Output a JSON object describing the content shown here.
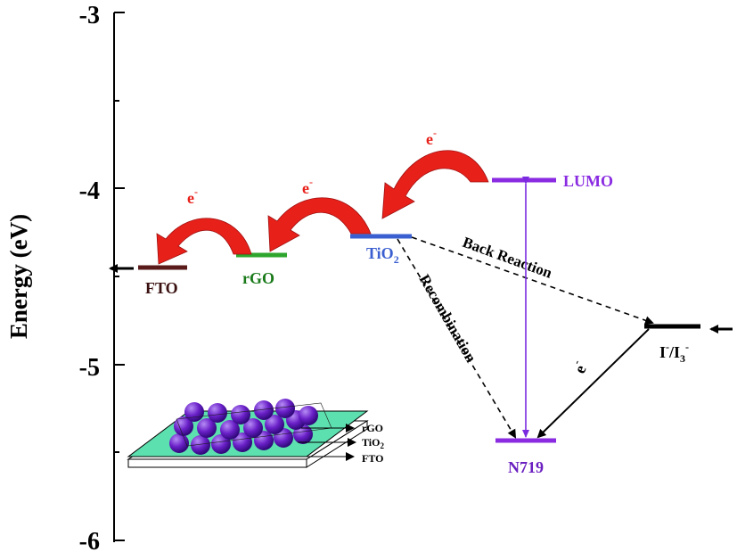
{
  "axis": {
    "ylabel": "Energy (eV)",
    "ticks": [
      "-3",
      "-4",
      "-5",
      "-6"
    ]
  },
  "levels": {
    "fto": "FTO",
    "rgo": "rGO",
    "tio2_main": "TiO",
    "tio2_sub": "2",
    "lumo": "LUMO",
    "n719": "N719",
    "redox_i": "I",
    "redox_sup1": "-",
    "redox_slash": "/I",
    "redox_sub": "3",
    "redox_sup2": "-"
  },
  "electrons": {
    "e_main": "e",
    "e_sup": "-"
  },
  "processes": {
    "back_reaction": "Back Reaction",
    "recombination": "Recombination"
  },
  "inset": {
    "rgo": "rGO",
    "tio2_main": "TiO",
    "tio2_sub": "2",
    "fto": "FTO"
  },
  "colors": {
    "fto": "#5a1a1a",
    "rgo": "#2ea62e",
    "tio2": "#3a5fd0",
    "lumo": "#8a2be2",
    "n719": "#8a2be2",
    "redox": "#000000",
    "arrow_red": "#e8201a",
    "tio2_text": "#3a5fd0",
    "rgo_text": "#1a7a1a",
    "fto_text": "#3a1010",
    "dye_text": "#6a1fc0",
    "sphere": "#6a20c8",
    "substrate": "#5de0b0"
  }
}
